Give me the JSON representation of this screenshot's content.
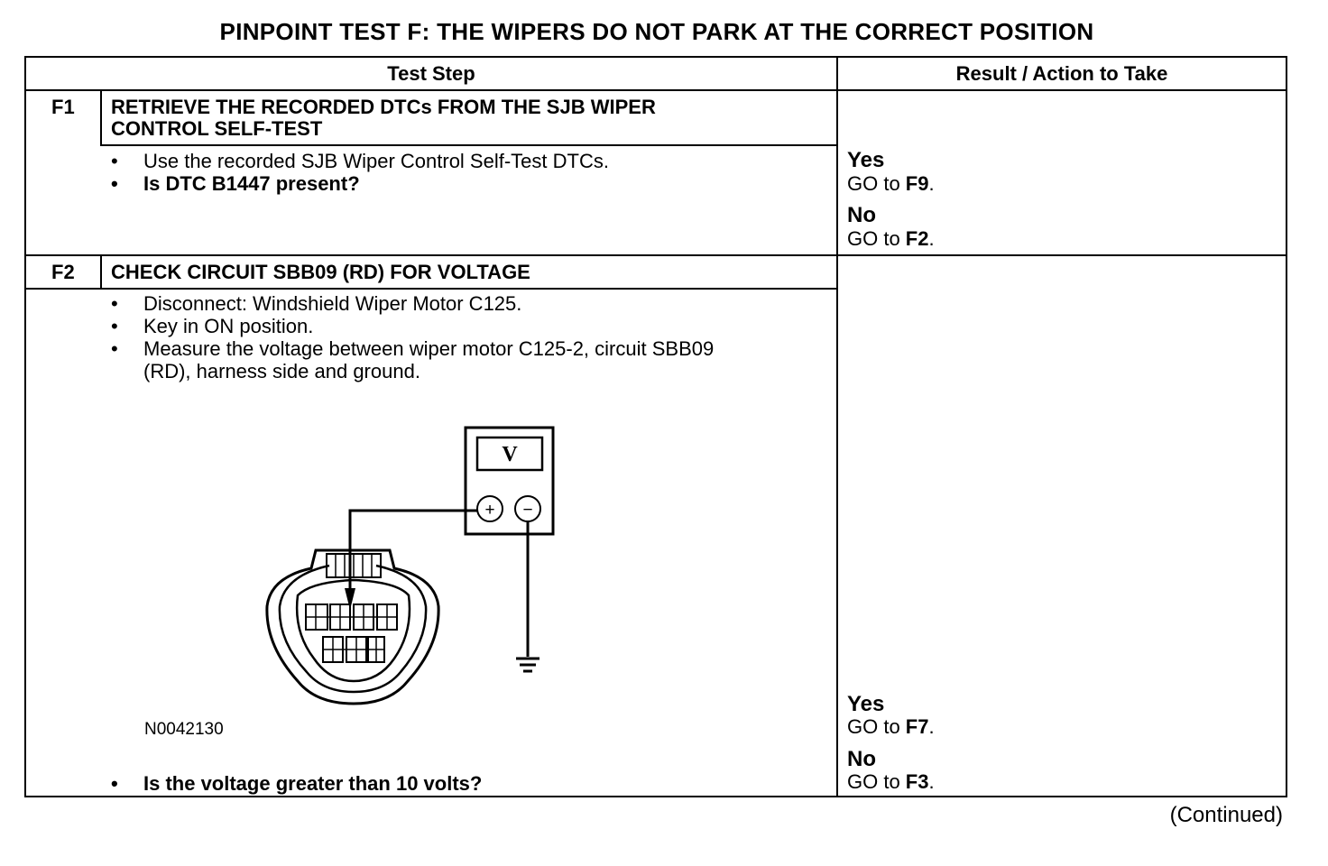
{
  "title": "PINPOINT TEST F: THE WIPERS DO NOT PARK AT THE CORRECT POSITION",
  "table": {
    "headers": {
      "test_step": "Test Step",
      "result": "Result / Action to Take"
    },
    "rows": [
      {
        "id": "F1",
        "heading_line1": "RETRIEVE THE RECORDED DTCs FROM THE SJB WIPER",
        "heading_line2": "CONTROL SELF-TEST",
        "steps": [
          {
            "text": "Use the recorded SJB Wiper Control Self-Test DTCs."
          },
          {
            "text": "Is DTC B1447 present?"
          }
        ],
        "yes_label": "Yes",
        "yes_go": "GO to ",
        "yes_target": "F9",
        "no_label": "No",
        "no_go": "GO to ",
        "no_target": "F2",
        "period": "."
      },
      {
        "id": "F2",
        "heading": "CHECK CIRCUIT SBB09 (RD) FOR VOLTAGE",
        "steps": [
          {
            "text": "Disconnect: Windshield Wiper Motor C125."
          },
          {
            "text": "Key in ON position."
          },
          {
            "text": "Measure the voltage between wiper motor C125-2, circuit SBB09"
          },
          {
            "text": "(RD), harness side and ground."
          }
        ],
        "figure": {
          "meter_label": "V",
          "plus": "+",
          "minus": "−",
          "figure_id": "N0042130"
        },
        "question": "Is the voltage greater than 10 volts?",
        "yes_label": "Yes",
        "yes_go": "GO to ",
        "yes_target": "F7",
        "no_label": "No",
        "no_go": "GO to ",
        "no_target": "F3",
        "period": "."
      }
    ]
  },
  "continued": "(Continued)"
}
